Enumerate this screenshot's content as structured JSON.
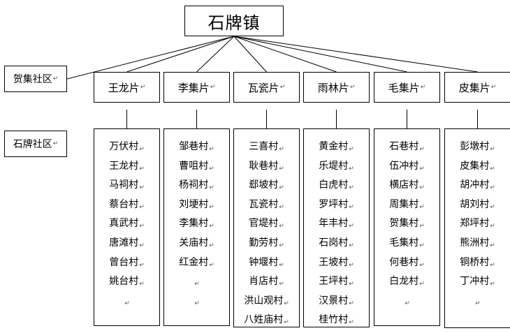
{
  "title": "石牌镇",
  "communities": {
    "top": {
      "label": "贺集社区",
      "mark": "↵"
    },
    "bottom": {
      "label": "石牌社区",
      "mark": "↵"
    }
  },
  "paragraph_mark": "↵",
  "districts": [
    {
      "name": "王龙片",
      "villages": [
        "万伏村",
        "王龙村",
        "马祠村",
        "蔡台村",
        "真武村",
        "唐滩村",
        "曾台村",
        "姚台村"
      ],
      "trailing_marks": 1
    },
    {
      "name": "李集片",
      "villages": [
        "邹巷村",
        "曹咀村",
        "杨祠村",
        "刘埂村",
        "李集村",
        "关庙村",
        "红金村"
      ],
      "trailing_marks": 2
    },
    {
      "name": "瓦瓷片",
      "villages": [
        "三喜村",
        "耿巷村",
        "郄坡村",
        "瓦瓷村",
        "官堤村",
        "勤劳村",
        "钟堰村",
        "肖店村",
        "洪山观村",
        "八姓庙村"
      ],
      "trailing_marks": 0
    },
    {
      "name": "雨林片",
      "villages": [
        "黄金村",
        "乐堤村",
        "白虎村",
        "罗坪村",
        "年丰村",
        "石岗村",
        "王坡村",
        "王坪村",
        "汉景村",
        "桂竹村"
      ],
      "trailing_marks": 0
    },
    {
      "name": "毛集片",
      "villages": [
        "石巷村",
        "伍冲村",
        "横店村",
        "周集村",
        "贺集村",
        "毛集村",
        "何巷村",
        "白龙村"
      ],
      "trailing_marks": 1
    },
    {
      "name": "皮集片",
      "villages": [
        "彭墩村",
        "皮集村",
        "胡冲村",
        "胡刘村",
        "郑坪村",
        "熊洲村",
        "铜桥村",
        "丁冲村"
      ],
      "trailing_marks": 1
    }
  ]
}
